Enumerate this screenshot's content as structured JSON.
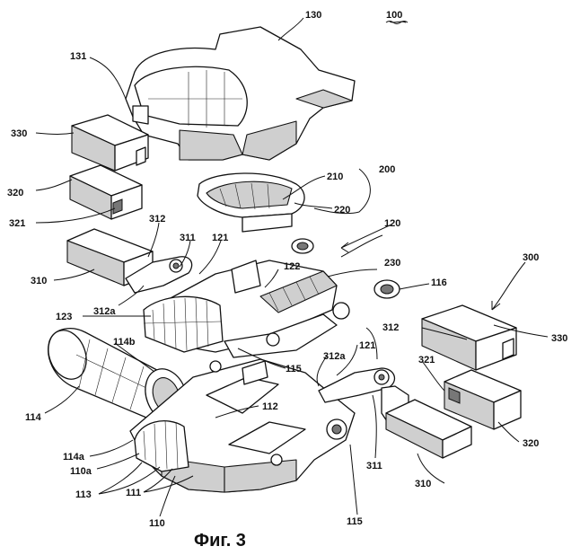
{
  "figure": {
    "reference": "100",
    "caption": "Фиг. 3"
  },
  "labels": {
    "l130": "130",
    "l131": "131",
    "l330a": "330",
    "l320a": "320",
    "l321a": "321",
    "l210": "210",
    "l200": "200",
    "l220": "220",
    "l312a": "312",
    "l311a": "311",
    "l121a": "121",
    "l120": "120",
    "l310a": "310",
    "l312aa": "312a",
    "l122": "122",
    "l230": "230",
    "l116": "116",
    "l300": "300",
    "l123": "123",
    "l114b": "114b",
    "l330b": "330",
    "l312b": "312",
    "l121b": "121",
    "l115a": "115",
    "l312ab": "312a",
    "l321b": "321",
    "l114": "114",
    "l112": "112",
    "l114a": "114a",
    "l110a": "110a",
    "l113": "113",
    "l111": "111",
    "l320b": "320",
    "l311b": "311",
    "l310b": "310",
    "l110": "110",
    "l115b": "115"
  }
}
